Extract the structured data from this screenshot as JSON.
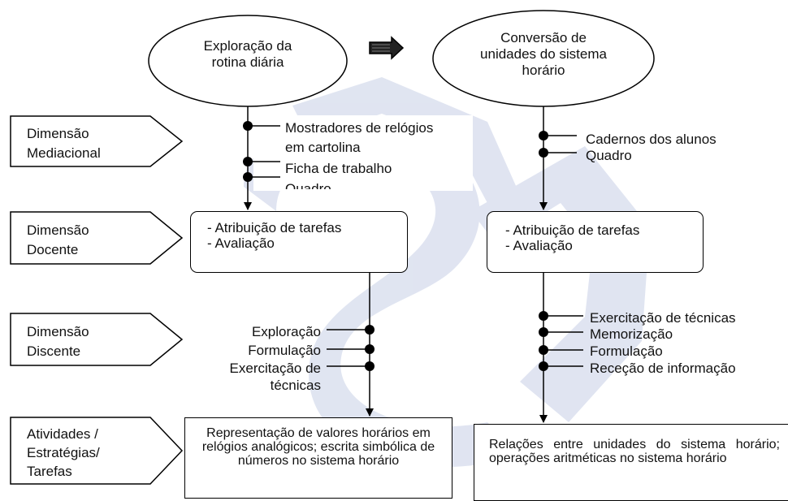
{
  "top_nodes": {
    "left": [
      "Exploração da",
      "rotina diária"
    ],
    "right": [
      "Conversão de",
      "unidades do sistema",
      "horário"
    ]
  },
  "dimensions": {
    "mediacional": [
      "Dimensão",
      "Mediacional"
    ],
    "docente": [
      "Dimensão",
      "Docente"
    ],
    "discente": [
      "Dimensão",
      "Discente"
    ],
    "atividades": [
      "Atividades /",
      "Estratégias/",
      "Tarefas"
    ]
  },
  "mediacional_left": [
    "Mostradores de relógios",
    "em cartolina",
    "Ficha de trabalho",
    "Quadro"
  ],
  "mediacional_right": [
    "Cadernos dos alunos",
    "Quadro"
  ],
  "docente_left": [
    "- Atribuição de tarefas",
    "- Avaliação"
  ],
  "docente_right": [
    "- Atribuição de tarefas",
    "- Avaliação"
  ],
  "discente_left": [
    "Exploração",
    "Formulação",
    "Exercitação de",
    "técnicas"
  ],
  "discente_right": [
    "Exercitação de técnicas",
    "Memorização",
    "Formulação",
    "Receção de informação"
  ],
  "atividades_left": "Representação de valores horários em relógios analógicos; escrita simbólica de números no sistema horário",
  "atividades_right": "Relações entre unidades do sistema horário; operações aritméticas no sistema horário",
  "colors": {
    "line": "#000000",
    "watermark": "#c7cfe6"
  }
}
